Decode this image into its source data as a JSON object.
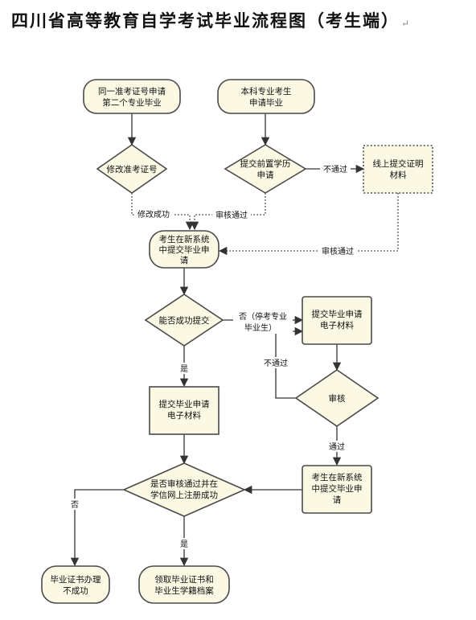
{
  "title": "四川省高等教育自学考试毕业流程图（考生端）",
  "nodes": {
    "same_admission": [
      "同一准考证号申请",
      "第二个专业毕业"
    ],
    "bachelor_apply": [
      "本科专业考生",
      "申请毕业"
    ],
    "modify_admission": [
      "修改准考证号"
    ],
    "submit_prior_edu": [
      "提交前置学历",
      "申请"
    ],
    "online_proof": [
      "线上提交证明",
      "材料"
    ],
    "submit_new_system": [
      "考生在新系统",
      "中提交毕业申",
      "请"
    ],
    "can_submit": [
      "能否成功提交"
    ],
    "submit_materials_right": [
      "提交毕业申请",
      "电子材料"
    ],
    "review": [
      "审核"
    ],
    "submit_materials_left": [
      "提交毕业申请",
      "电子材料"
    ],
    "submit_new_system_2": [
      "考生在新系统",
      "中提交毕业申",
      "请"
    ],
    "chsi_check": [
      "是否审核通过并在",
      "学信网上注册成功"
    ],
    "cert_fail": [
      "毕业证书办理",
      "不成功"
    ],
    "cert_receive": [
      "领取毕业证书和",
      "毕业生学籍档案"
    ]
  },
  "labels": {
    "not_pass_1": "不通过",
    "modify_success": "修改成功",
    "review_pass_1": "审核通过",
    "review_pass_2": "审核通过",
    "no_suspended": [
      "否（停考专业",
      "毕业生）"
    ],
    "not_pass_2": "不通过",
    "yes_1": "是",
    "pass": "通过",
    "no": "否",
    "yes_2": "是"
  }
}
